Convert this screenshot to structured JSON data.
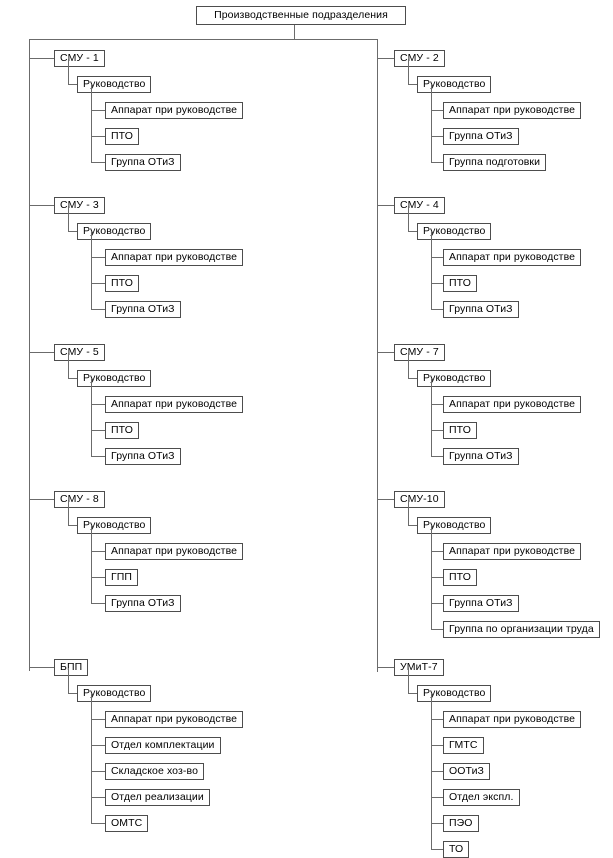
{
  "diagram": {
    "title": "Производственные подразделения",
    "type": "org-chart",
    "orientation": "two-column-tree",
    "root": {
      "label": "Производственные подразделения"
    },
    "leadership_label": "Руководство",
    "columns": [
      {
        "side": "left",
        "units": [
          {
            "label": "СМУ - 1",
            "leadership": "Руководство",
            "departments": [
              "Аппарат при руководстве",
              "ПТО",
              "Группа ОТиЗ"
            ]
          },
          {
            "label": "СМУ - 3",
            "leadership": "Руководство",
            "departments": [
              "Аппарат при руководстве",
              "ПТО",
              "Группа ОТиЗ"
            ]
          },
          {
            "label": "СМУ - 5",
            "leadership": "Руководство",
            "departments": [
              "Аппарат при руководстве",
              "ПТО",
              "Группа ОТиЗ"
            ]
          },
          {
            "label": "СМУ - 8",
            "leadership": "Руководство",
            "departments": [
              "Аппарат при руководстве",
              "ГПП",
              "Группа ОТиЗ"
            ]
          },
          {
            "label": "БПП",
            "leadership": "Руководство",
            "departments": [
              "Аппарат при руководстве",
              "Отдел комплектации",
              "Складское хоз-во",
              "Отдел реализации",
              "ОМТС"
            ]
          }
        ]
      },
      {
        "side": "right",
        "units": [
          {
            "label": "СМУ - 2",
            "leadership": "Руководство",
            "departments": [
              "Аппарат при руководстве",
              "Группа ОТиЗ",
              "Группа подготовки"
            ]
          },
          {
            "label": "СМУ - 4",
            "leadership": "Руководство",
            "departments": [
              "Аппарат при руководстве",
              "ПТО",
              "Группа ОТиЗ"
            ]
          },
          {
            "label": "СМУ - 7",
            "leadership": "Руководство",
            "departments": [
              "Аппарат при руководстве",
              "ПТО",
              "Группа ОТиЗ"
            ]
          },
          {
            "label": "СМУ-10",
            "leadership": "Руководство",
            "departments": [
              "Аппарат при руководстве",
              "ПТО",
              "Группа ОТиЗ",
              "Группа по организации труда"
            ]
          },
          {
            "label": "УМиТ-7",
            "leadership": "Руководство",
            "departments": [
              "Аппарат при руководстве",
              "ГМТС",
              "ООТиЗ",
              "Отдел экспл.",
              "ПЭО",
              "ТО"
            ]
          }
        ]
      }
    ],
    "colors": {
      "box_border": "#4d4d4d",
      "connector": "#6b6b6b",
      "background": "#ffffff",
      "text": "#000000"
    }
  }
}
